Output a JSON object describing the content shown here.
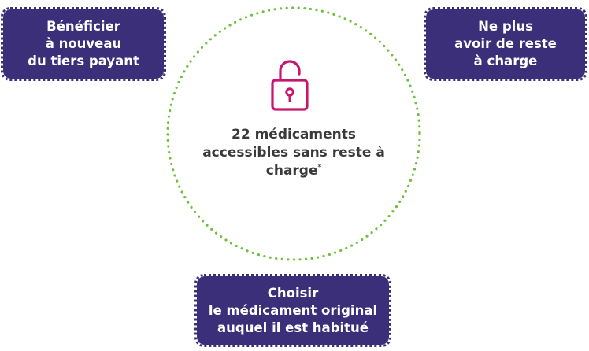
{
  "colors": {
    "tag_background": "#3b2f7a",
    "tag_text": "#ffffff",
    "circle_dots": "#6fbf3c",
    "lock_icon": "#c8156e",
    "center_text": "#3a3a3a"
  },
  "left_tag": {
    "lines": [
      "Bénéficier",
      "à nouveau",
      "du tiers payant"
    ]
  },
  "right_tag": {
    "lines": [
      "Ne plus",
      "avoir de reste",
      "à charge"
    ]
  },
  "bottom_tag": {
    "lines": [
      "Choisir",
      "le médicament original",
      "auquel il est habitué"
    ]
  },
  "center": {
    "icon": "lock-open-icon",
    "lines": [
      "22 médicaments",
      "accessibles sans reste à",
      "charge"
    ],
    "footnote_mark": "*"
  }
}
